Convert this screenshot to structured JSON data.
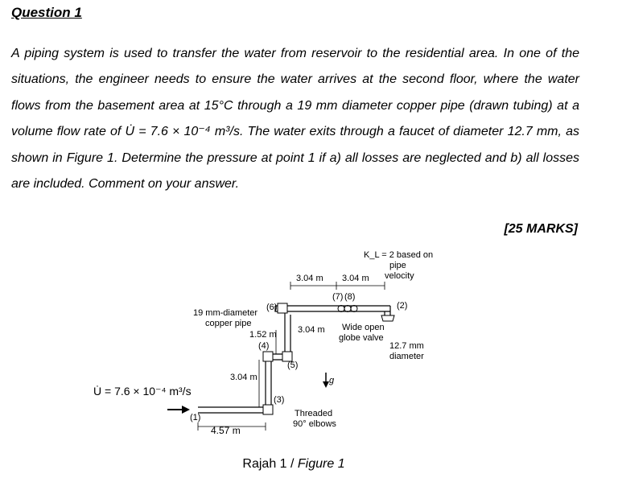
{
  "question": {
    "title": "Question 1",
    "paragraph": "A piping system is used to transfer the water from reservoir to the residential area. In one of the situations, the engineer needs to ensure the water arrives at the second floor, where the water flows from the basement area at 15°C through a 19 mm diameter copper pipe (drawn tubing) at a volume flow rate of U̇ = 7.6 × 10⁻⁴ m³/s. The water exits through a faucet of diameter 12.7 mm, as shown in Figure 1. Determine the pressure at point 1 if a) all losses are neglected and b) all losses are included. Comment on your answer.",
    "marks": "[25 MARKS]"
  },
  "figure": {
    "kl_line1": "K_L = 2 based on",
    "kl_line2": "pipe",
    "kl_line3": "velocity",
    "len_a": "3.04 m",
    "len_b": "3.04 m",
    "pt7": "(7)",
    "pt8": "(8)",
    "pt2": "(2)",
    "pt6": "(6)",
    "pipe_line1": "19 mm-diameter",
    "pipe_line2": "copper pipe",
    "len_c": "1.52 m",
    "len_d": "3.04 m",
    "valve_line1": "Wide open",
    "valve_line2": "globe valve",
    "faucet_line1": "12.7 mm",
    "faucet_line2": "diameter",
    "pt4": "(4)",
    "pt5": "(5)",
    "flow": "U̇ = 7.6 × 10⁻⁴ m³/s",
    "len_e": "3.04 m",
    "g": "g",
    "pt3": "(3)",
    "pt1": "(1)",
    "elbow_line1": "Threaded",
    "elbow_line2": "90° elbows",
    "len_f": "4.57 m"
  },
  "caption": {
    "prefix": "Rajah 1 / ",
    "label": "Figure 1"
  }
}
